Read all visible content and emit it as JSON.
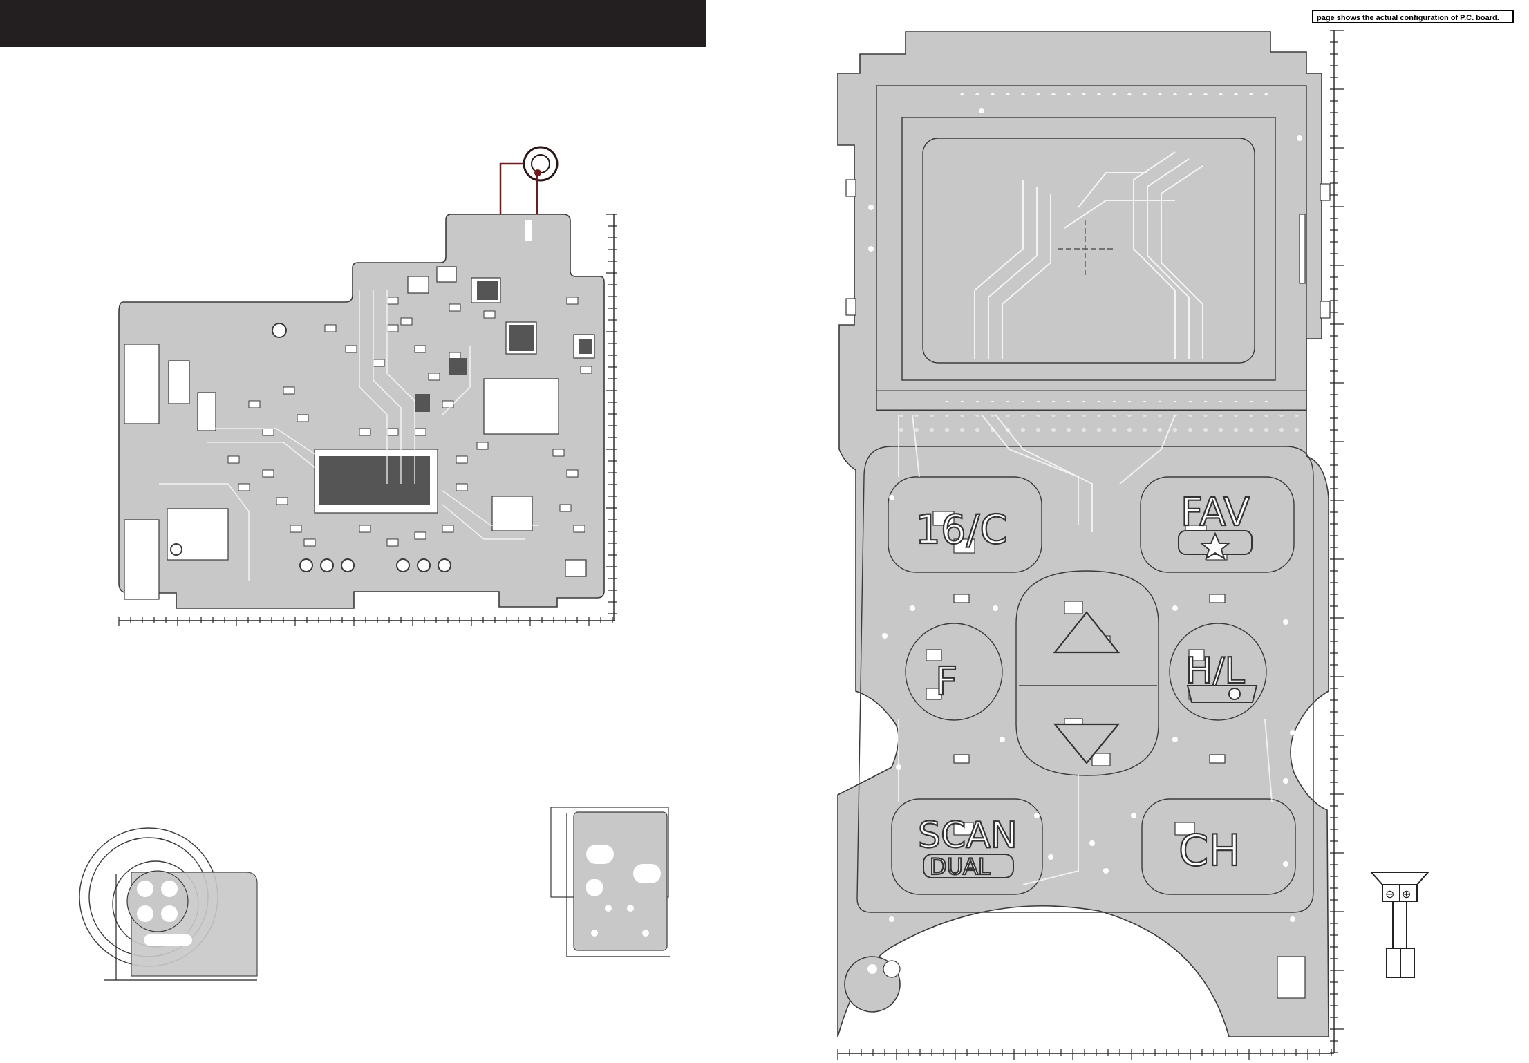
{
  "header": {
    "note": "page shows the actual configuration of P.C. board."
  },
  "colors": {
    "board_fill": "#c8c8c8",
    "trace": "#a9a9a9",
    "outline": "#3a3a3a",
    "header_bar": "#231f20",
    "marker": "#7a1f1f"
  },
  "keypad": {
    "keys": [
      {
        "id": "key-16-c",
        "label": "16/C"
      },
      {
        "id": "key-fav",
        "label": "FAV",
        "sub_icon": "star-icon"
      },
      {
        "id": "key-up",
        "label": "",
        "icon": "triangle-up-icon"
      },
      {
        "id": "key-f",
        "label": "F"
      },
      {
        "id": "key-h-l",
        "label": "H/L",
        "sub_icon": "key-lock-icon"
      },
      {
        "id": "key-down",
        "label": "",
        "icon": "triangle-down-icon"
      },
      {
        "id": "key-scan",
        "label": "SCAN",
        "sub_label": "DUAL"
      },
      {
        "id": "key-ch",
        "label": "CH"
      }
    ]
  },
  "speaker": {
    "icon": "speaker-icon",
    "minus_symbol": "⊖",
    "plus_symbol": "⊕"
  }
}
